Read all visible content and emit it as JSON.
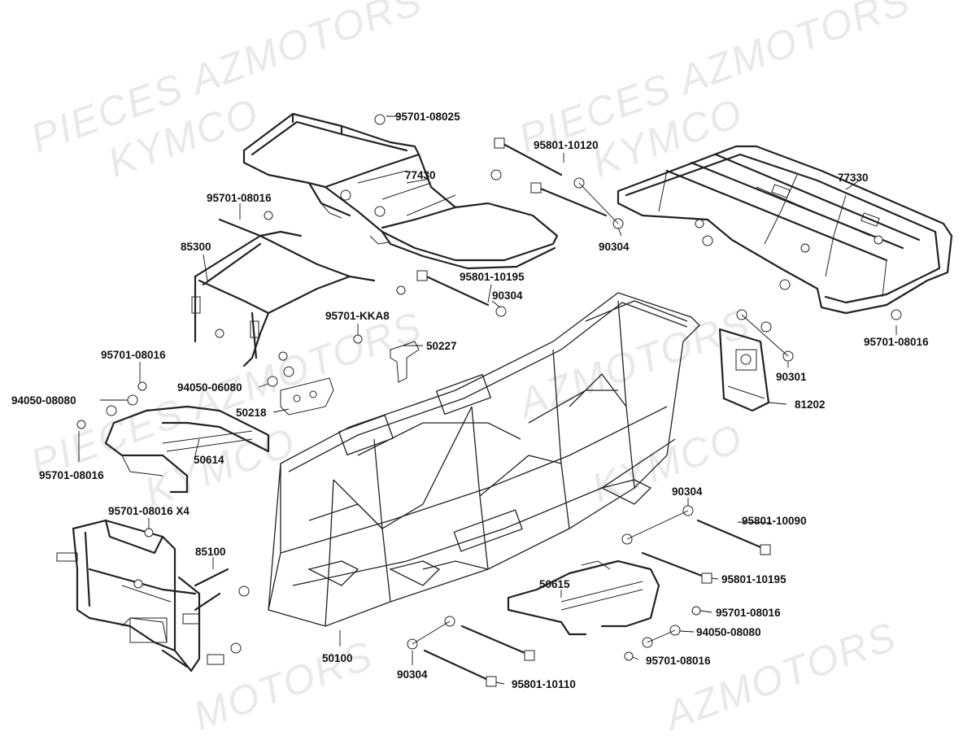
{
  "watermarks": [
    {
      "text": "PIECES AZMOTORS"
    },
    {
      "text": "KYMCO"
    },
    {
      "text": "PIECES AZMOTORS"
    },
    {
      "text": "KYMCO"
    },
    {
      "text": "AZMOTORS"
    },
    {
      "text": "PIECES AZMOTORS"
    },
    {
      "text": "KYMCO"
    },
    {
      "text": "KYMCO"
    },
    {
      "text": "MOTORS"
    },
    {
      "text": "AZMOTORS"
    }
  ],
  "labels": {
    "p95701_08025": "95701-08025",
    "p77430": "77430",
    "p95801_10120": "95801-10120",
    "p77330": "77330",
    "p95701_08016_a": "95701-08016",
    "p85300": "85300",
    "p90304_a": "90304",
    "p95801_10195_a": "95801-10195",
    "p90304_b": "90304",
    "p95701_KKA8": "95701-KKA8",
    "p50227": "50227",
    "p95701_08016_b": "95701-08016",
    "p95701_08016_c": "95701-08016",
    "p90301": "90301",
    "p94050_06080": "94050-06080",
    "p94050_08080_a": "94050-08080",
    "p81202": "81202",
    "p50218": "50218",
    "p50614": "50614",
    "p95701_08016_d": "95701-08016",
    "p90304_c": "90304",
    "p95701_08016_x4": "95701-08016 X4",
    "p95801_10090": "95801-10090",
    "p85100": "85100",
    "p50615": "50615",
    "p95801_10195_b": "95801-10195",
    "p95701_08016_e": "95701-08016",
    "p94050_08080_b": "94050-08080",
    "p50100": "50100",
    "p95701_08016_f": "95701-08016",
    "p90304_d": "90304",
    "p95801_10110": "95801-10110"
  }
}
